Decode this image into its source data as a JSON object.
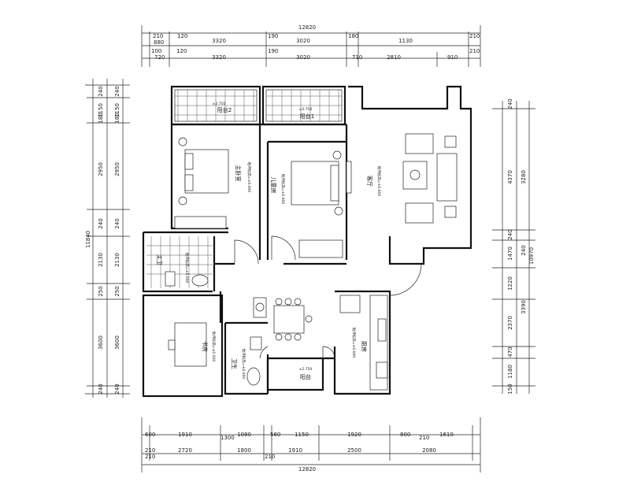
{
  "dimensions": {
    "top_total": "12820",
    "top_row1": [
      "210",
      "120",
      "3320",
      "190",
      "3020",
      "180",
      "1130",
      "210"
    ],
    "top_row1_extra": "880",
    "top_row2": [
      "100",
      "720",
      "120",
      "3320",
      "190",
      "3020",
      "710",
      "2810",
      "910",
      "210"
    ],
    "bottom_row1": [
      "600",
      "1910",
      "1300",
      "1080",
      "560",
      "1150",
      "1920",
      "800",
      "210",
      "1610"
    ],
    "bottom_row2": [
      "210",
      "2720",
      "1800",
      "210",
      "1910",
      "2500",
      "2080",
      "210"
    ],
    "bottom_total": "12820",
    "left_outer": [
      "240",
      "1150",
      "180",
      "2950",
      "240",
      "2130",
      "250",
      "3600",
      "240"
    ],
    "left_inner": [
      "240",
      "1150",
      "180",
      "2950",
      "240",
      "2130",
      "250",
      "3600",
      "240"
    ],
    "left_total": "11840",
    "right_outer": [
      "240",
      "4370",
      "240",
      "1470",
      "1220",
      "2370",
      "470",
      "1180",
      "150"
    ],
    "right_inner": [
      "3280",
      "240",
      "3390"
    ],
    "right_total": "10970"
  },
  "rooms": {
    "balcony2": "阳台2",
    "balcony2_level": "±2.750",
    "balcony1": "阳台1",
    "balcony1_level": "±2.750",
    "master_bedroom": "主卧室",
    "kids_room": "儿童房",
    "living_room": "客厅",
    "master_bath": "主卫",
    "study": "书房",
    "guest_bath": "卫生",
    "kitchen": "厨房",
    "service_balcony": "阳台",
    "service_balcony_level": "±2.750",
    "floor_note": "地坪标高=±0.000"
  },
  "colors": {
    "line": "#111111",
    "background": "#ffffff"
  }
}
